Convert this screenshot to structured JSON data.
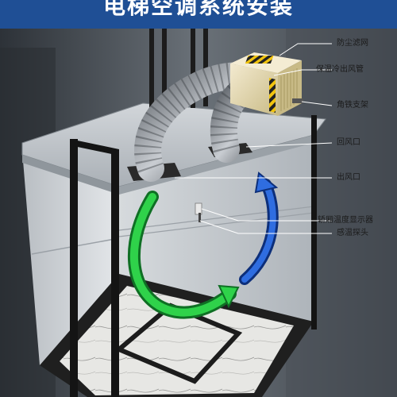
{
  "banner": {
    "title": "电梯空调系统安装"
  },
  "labels": {
    "dust_filter": "防尘滤网",
    "insulated_duct": "保温冷出风管",
    "mount_bracket": "角铁支架",
    "return_vent": "回风口",
    "outlet_vent": "出风口",
    "temp_display": "轿厢温度显示器",
    "temp_probe": "感温探头"
  },
  "colors": {
    "banner": "#1f4f95",
    "supply_arrow": "#2fd24a",
    "return_arrow": "#2f6de0",
    "ac_unit": "#e9dcaa",
    "hazard_stripe": "#f1c40f"
  }
}
